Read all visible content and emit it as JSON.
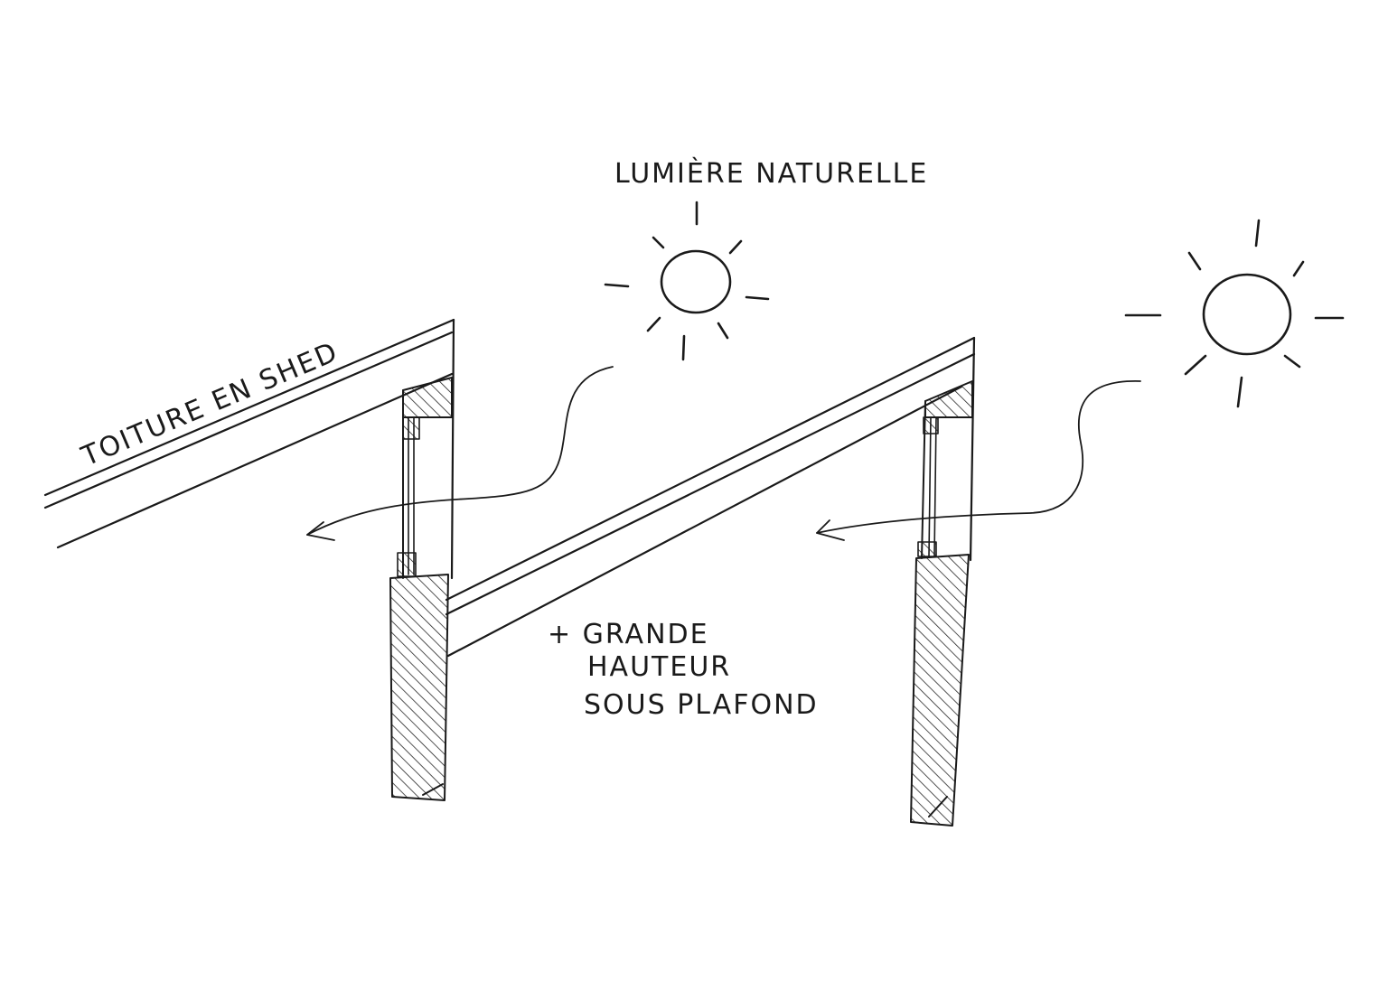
{
  "labels": {
    "natural_light": "LUMIÈRE NATURELLE",
    "roof_type": "TOITURE EN SHED",
    "height_line1": "+ GRANDE",
    "height_line2": "HAUTEUR",
    "height_line3": "SOUS PLAFOND"
  },
  "icons": {
    "sun_left": "sun-icon",
    "sun_right": "sun-icon",
    "arrow_left": "curved-arrow-icon",
    "arrow_right": "curved-arrow-icon"
  },
  "colors": {
    "ink": "#1a1a1a",
    "background": "#ffffff"
  }
}
